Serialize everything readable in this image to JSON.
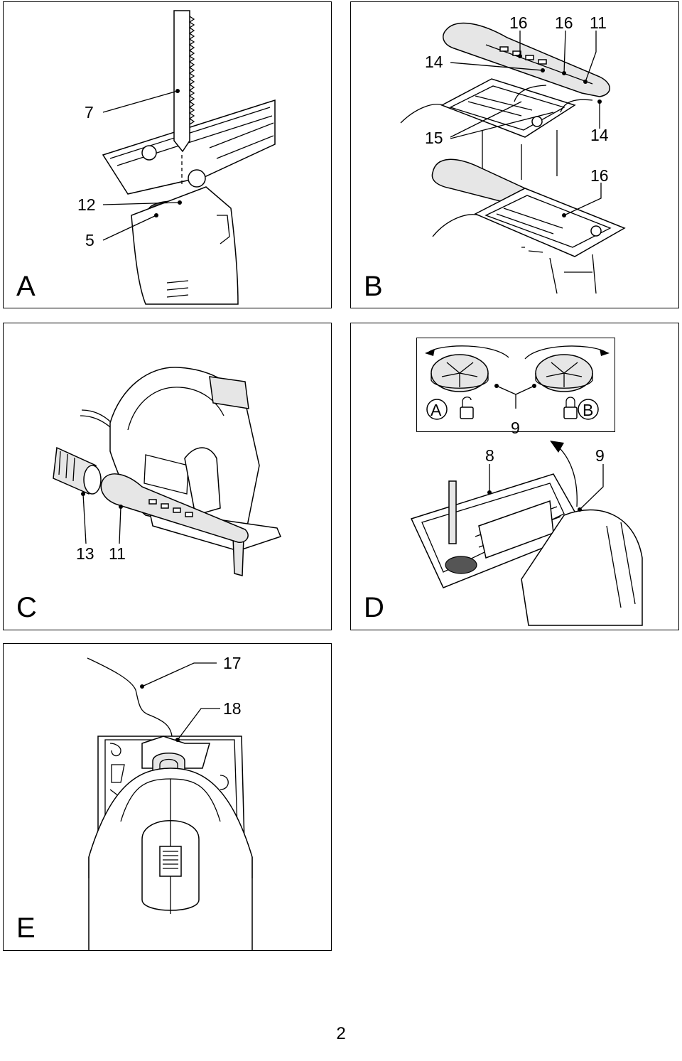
{
  "panels": {
    "A": {
      "letter": "A",
      "callouts": {
        "c7": "7",
        "c12": "12",
        "c5": "5"
      }
    },
    "B": {
      "letter": "B",
      "callouts": {
        "c16a": "16",
        "c16b": "16",
        "c11": "11",
        "c14a": "14",
        "c15": "15",
        "c14b": "14",
        "c16c": "16"
      }
    },
    "C": {
      "letter": "C",
      "callouts": {
        "c13": "13",
        "c11": "11"
      }
    },
    "D": {
      "letter": "D",
      "inset": {
        "a": "A",
        "b": "B",
        "nine": "9"
      },
      "callouts": {
        "c8": "8",
        "c9": "9"
      }
    },
    "E": {
      "letter": "E",
      "callouts": {
        "c17": "17",
        "c18": "18"
      }
    }
  },
  "page_number": "2"
}
